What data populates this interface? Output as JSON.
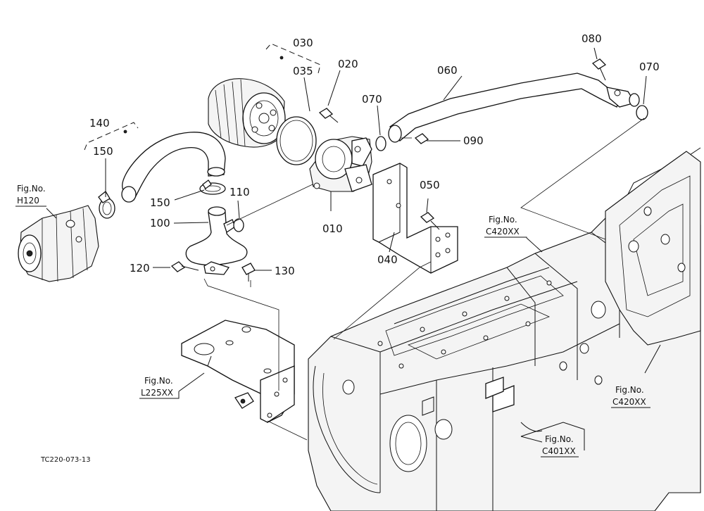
{
  "parts": {
    "p010": "010",
    "p020": "020",
    "p030": "030",
    "p035": "035",
    "p040": "040",
    "p050": "050",
    "p060": "060",
    "p070a": "070",
    "p070b": "070",
    "p080": "080",
    "p090": "090",
    "p100": "100",
    "p110": "110",
    "p120": "120",
    "p130": "130",
    "p140": "140",
    "p150a": "150",
    "p150b": "150"
  },
  "figrefs": {
    "h120": {
      "label": "Fig.No.",
      "code": "H120"
    },
    "l225": {
      "label": "Fig.No.",
      "code": "L225XX"
    },
    "c420a": {
      "label": "Fig.No.",
      "code": "C420XX"
    },
    "c420b": {
      "label": "Fig.No.",
      "code": "C420XX"
    },
    "c401": {
      "label": "Fig.No.",
      "code": "C401XX"
    }
  },
  "drawing_code": "TC220-073-13"
}
